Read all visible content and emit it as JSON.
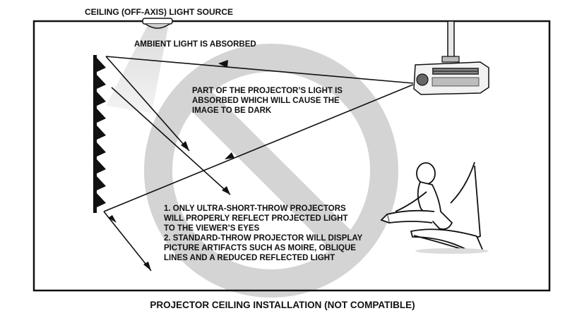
{
  "labels": {
    "light_source": "CEILING (OFF-AXIS) LIGHT SOURCE",
    "ambient": "AMBIENT LIGHT IS ABSORBED",
    "absorbed_1": "PART OF THE PROJECTOR’S LIGHT IS",
    "absorbed_2": "ABSORBED WHICH WILL CAUSE THE",
    "absorbed_3": "IMAGE TO BE DARK",
    "note_1": "1. ONLY ULTRA-SHORT-THROW PROJECTORS",
    "note_2": "WILL PROPERLY REFLECT PROJECTED LIGHT",
    "note_3": "TO THE VIEWER’S EYES",
    "note_4": "2. STANDARD-THROW PROJECTOR WILL DISPLAY",
    "note_5": "PICTURE ARTIFACTS SUCH AS MOIRE, OBLIQUE",
    "note_6": "LINES AND A REDUCED REFLECTED LIGHT",
    "caption": "PROJECTOR CEILING INSTALLATION (NOT COMPATIBLE)"
  },
  "colors": {
    "frame": "#111111",
    "prohibition_sign": "#d4d4d4",
    "light_cone": "#e4e4e4",
    "lines": "#111111"
  },
  "icons": [
    "ceiling-lamp-icon",
    "ceiling-projector-icon",
    "seated-viewer-icon",
    "alr-screen-icon",
    "prohibition-icon"
  ]
}
